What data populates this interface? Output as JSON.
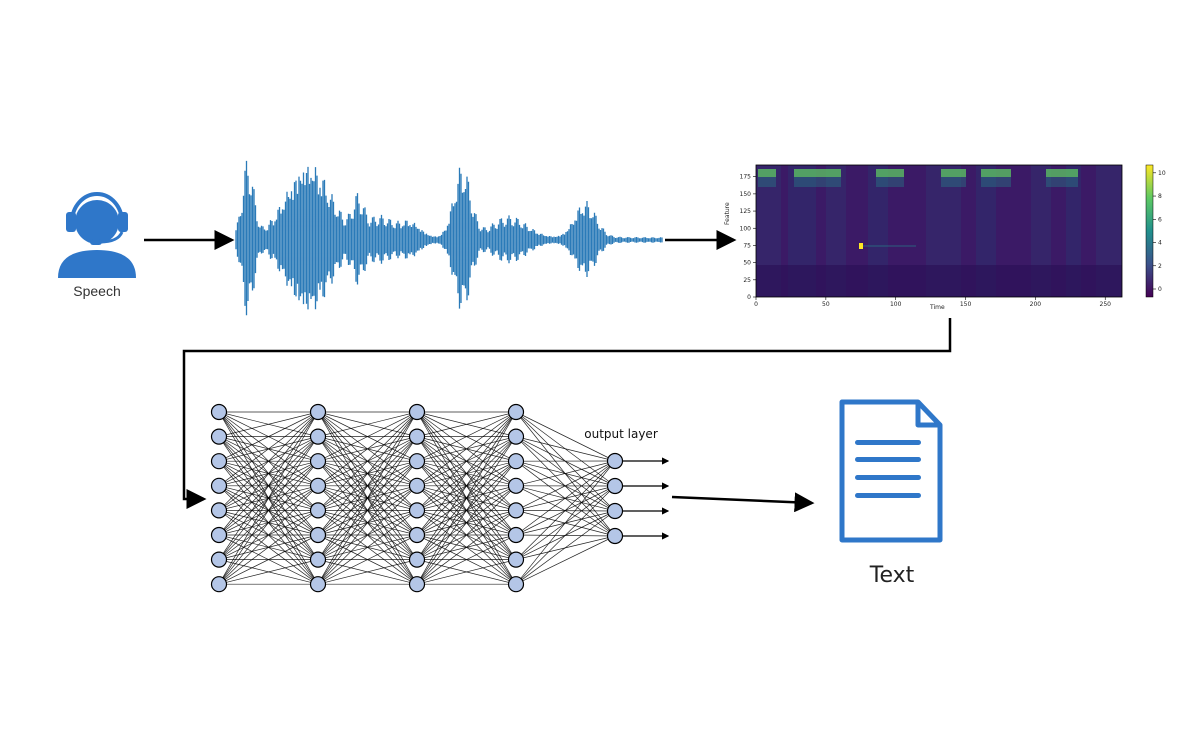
{
  "labels": {
    "speech": "Speech",
    "text": "Text",
    "output_layer": "output layer"
  },
  "spectrogram": {
    "xlabel": "Time",
    "ylabel": "Feature",
    "x_ticks": [
      "0",
      "50",
      "100",
      "150",
      "200",
      "250"
    ],
    "y_ticks": [
      "0",
      "25",
      "50",
      "75",
      "100",
      "125",
      "150",
      "175"
    ],
    "colorbar_ticks": [
      "0",
      "2",
      "4",
      "6",
      "8",
      "10"
    ],
    "colormap": [
      "#440154",
      "#3b528b",
      "#21908d",
      "#5dc963",
      "#fde725"
    ]
  },
  "network": {
    "layers": [
      8,
      8,
      8,
      8,
      4
    ],
    "node_fill": "#b4c6e7",
    "node_stroke": "#000000",
    "output_arrows": 4
  },
  "colors": {
    "icon_blue": "#2f77c9",
    "waveform_blue": "#2a7ab8",
    "arrow": "#000000"
  }
}
